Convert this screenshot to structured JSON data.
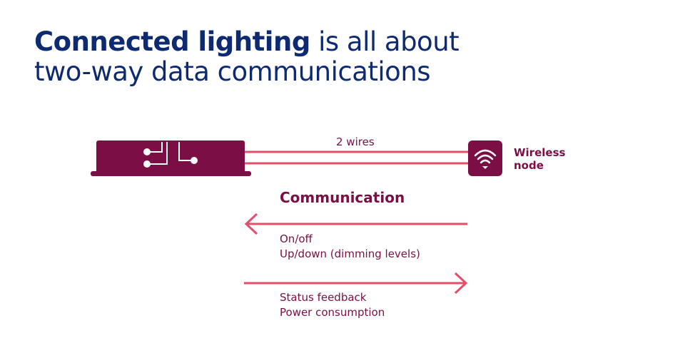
{
  "title": {
    "bold": "Connected lighting",
    "rest_line1": " is all about",
    "line2": "two-way data communications"
  },
  "wires_label": "2 wires",
  "node_label": [
    "Wireless",
    "node"
  ],
  "communication_heading": "Communication",
  "to_driver": [
    "On/off",
    "Up/down (dimming levels)"
  ],
  "to_node": [
    "Status feedback",
    "Power consumption"
  ],
  "colors": {
    "title": "#0e2b72",
    "maroon": "#7b0f45",
    "wire": "#e0506a"
  }
}
